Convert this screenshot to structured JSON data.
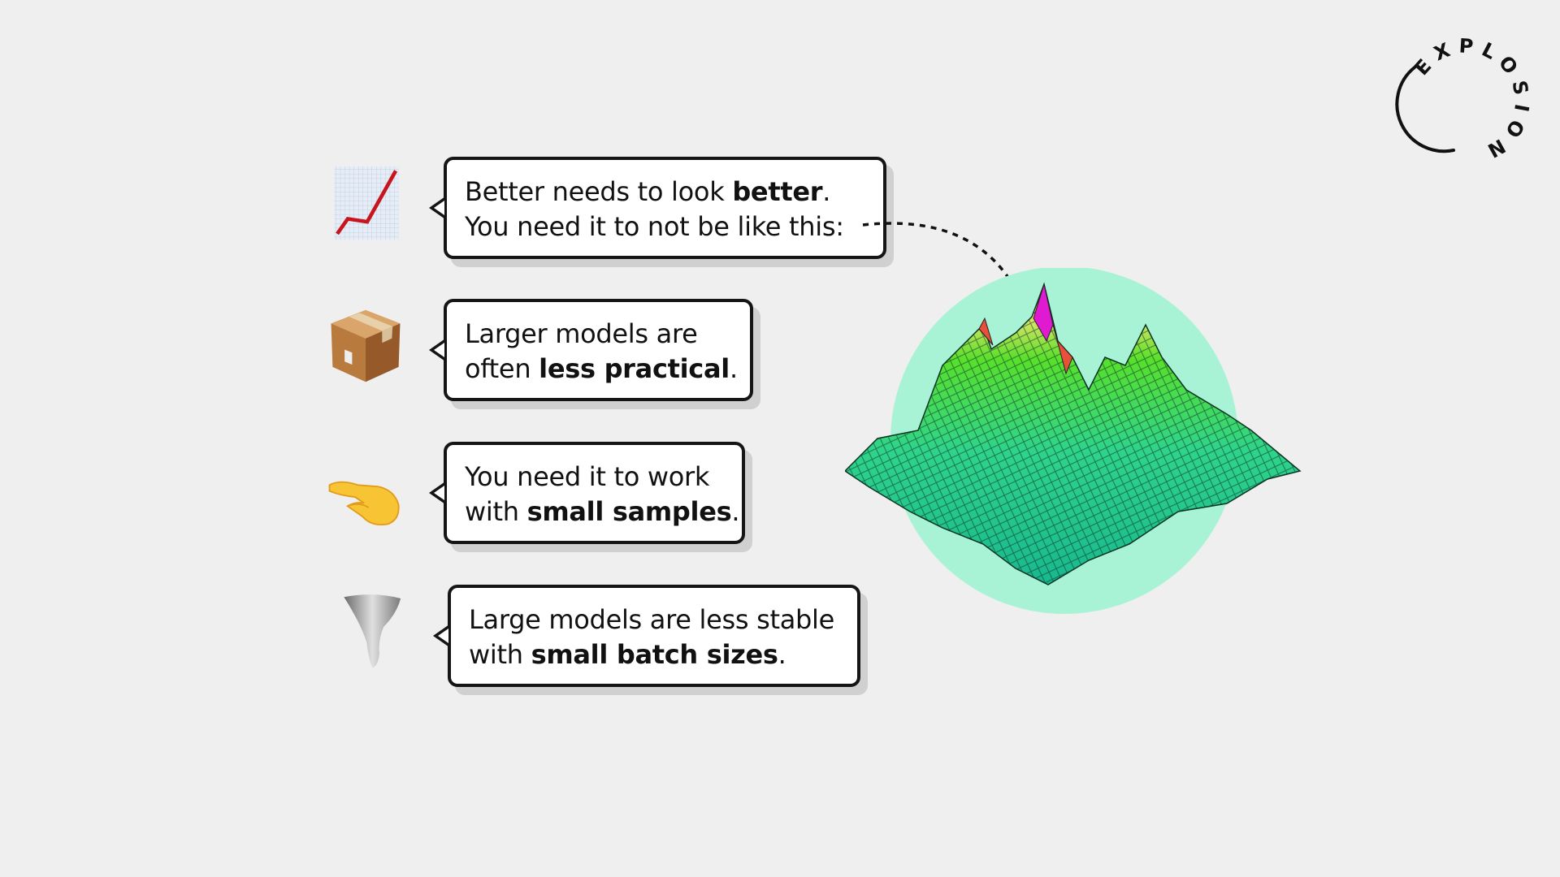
{
  "logo": {
    "text": "EXPLOSION"
  },
  "items": [
    {
      "icon": "chart-increasing-icon",
      "line1": [
        "Better needs to look ",
        "better",
        "."
      ],
      "line2": [
        "You need it to not be like this:",
        "",
        ""
      ]
    },
    {
      "icon": "package-icon",
      "line1": [
        "Larger models are",
        "",
        ""
      ],
      "line2": [
        "often ",
        "less practical",
        "."
      ]
    },
    {
      "icon": "pinching-hand-icon",
      "line1": [
        "You need it to work",
        "",
        ""
      ],
      "line2": [
        "with ",
        "small samples",
        "."
      ]
    },
    {
      "icon": "tornado-icon",
      "line1": [
        "Large models are less stable",
        "",
        ""
      ],
      "line2": [
        "with ",
        "small batch sizes",
        "."
      ]
    }
  ],
  "colors": {
    "circle": "#a8f3d6",
    "mesh_low": "#1fc79a",
    "mesh_mid": "#55e22a",
    "mesh_high": "#f2e06a",
    "peak": "#e01ad0"
  }
}
